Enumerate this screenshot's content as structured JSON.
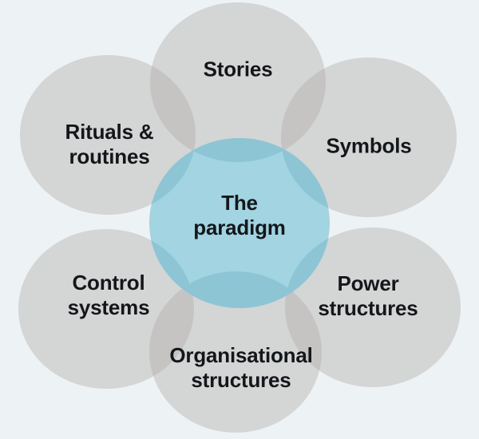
{
  "diagram": {
    "center": {
      "label": "The\nparadigm"
    },
    "nodes": [
      {
        "id": "stories",
        "label": "Stories"
      },
      {
        "id": "rituals-routines",
        "label": "Rituals &\nroutines"
      },
      {
        "id": "symbols",
        "label": "Symbols"
      },
      {
        "id": "control-systems",
        "label": "Control\nsystems"
      },
      {
        "id": "power-structures",
        "label": "Power\nstructures"
      },
      {
        "id": "organisational-structures",
        "label": "Organisational\nstructures"
      }
    ],
    "colors": {
      "background": "#edf2f5",
      "circle_gray": "#d3d5d5",
      "circle_gray_overlap": "#c6c8c6",
      "center_blue": "#a2d4e2",
      "center_blue_overlap": "#8dc5d5",
      "label_text": "#14171a"
    }
  }
}
